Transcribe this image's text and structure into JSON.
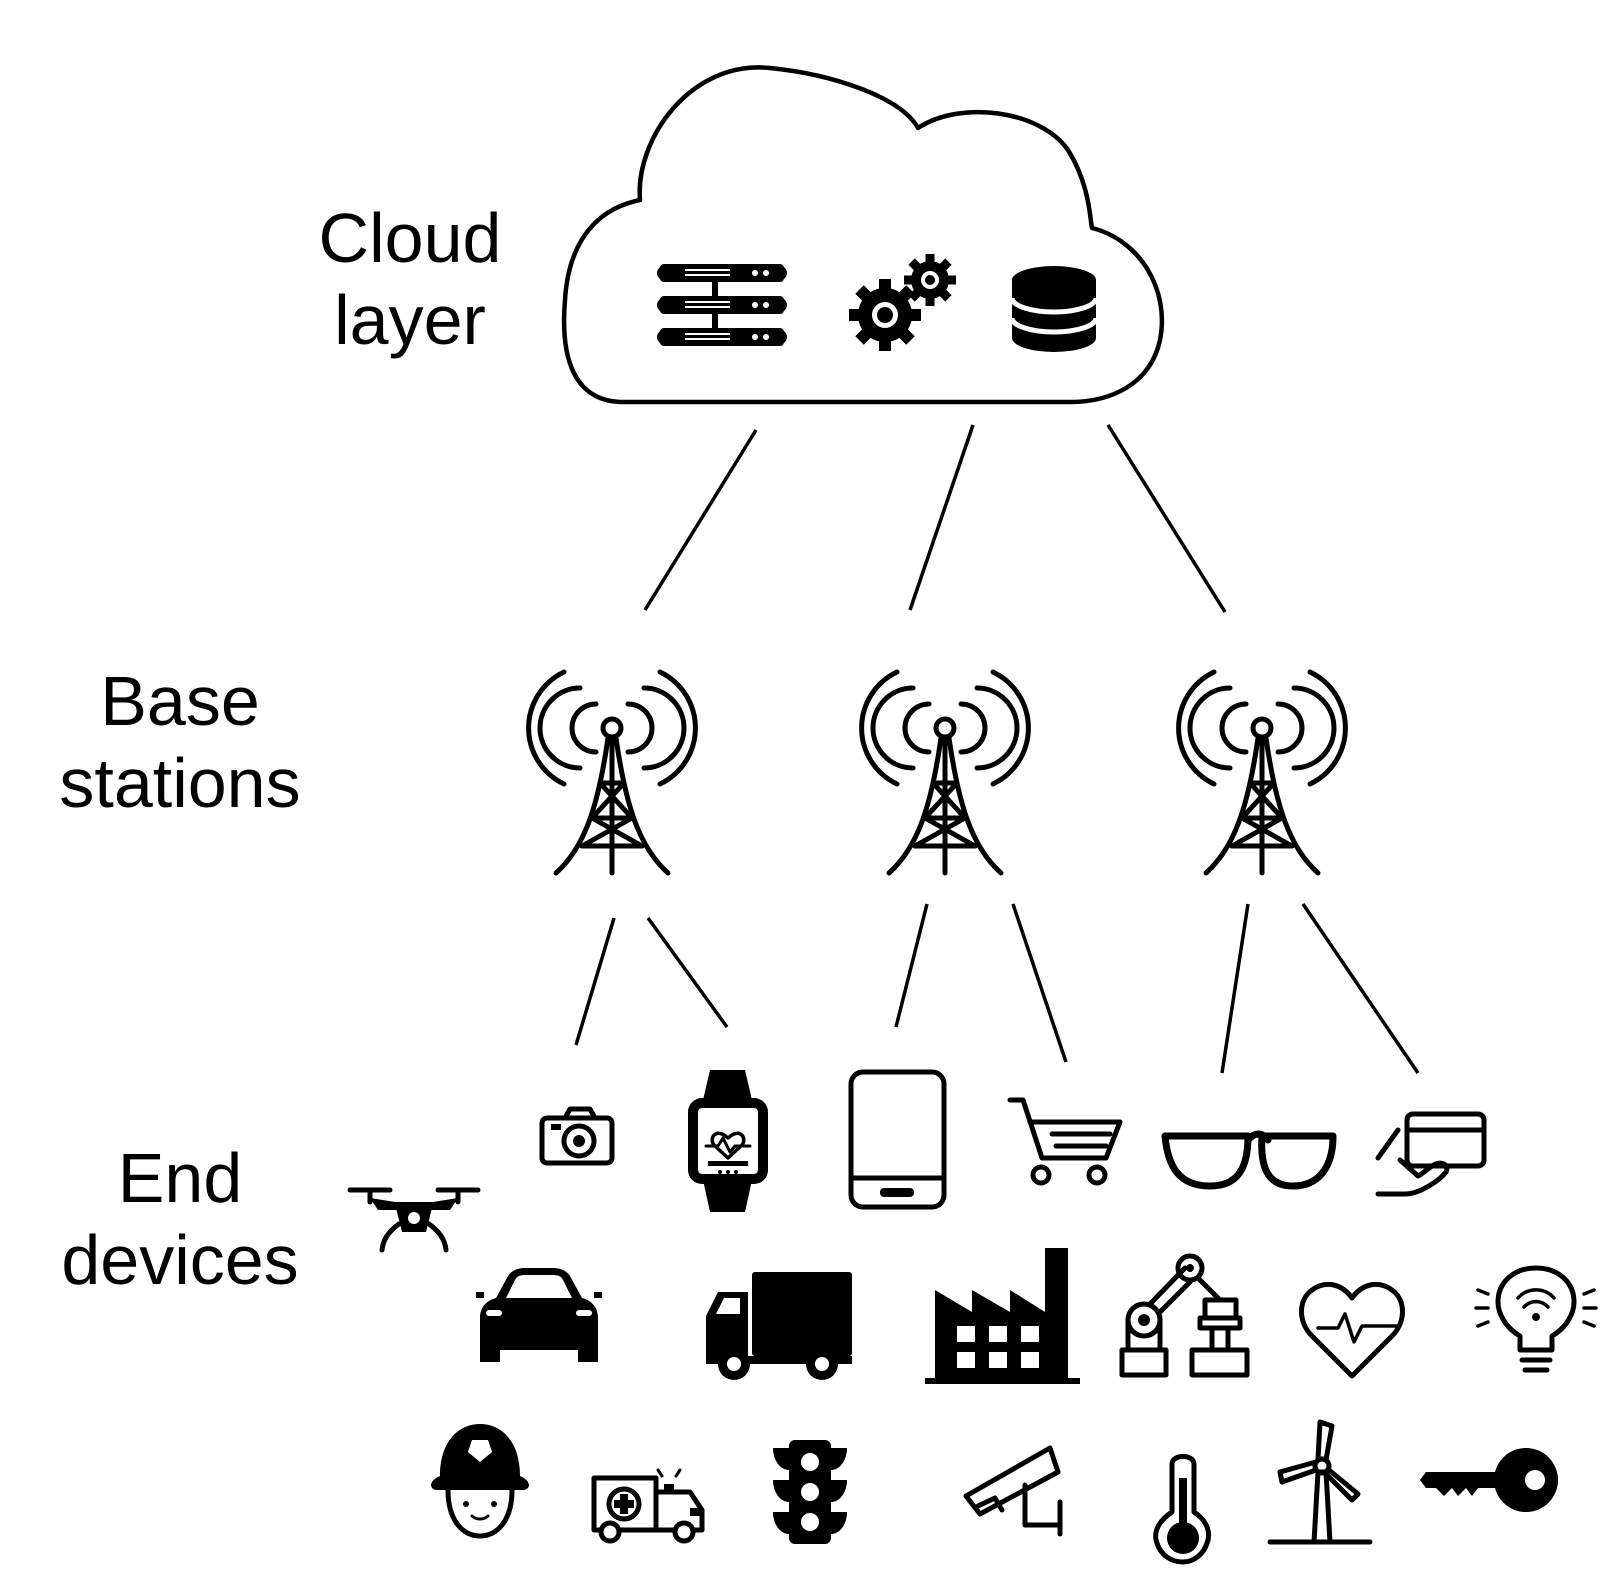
{
  "labels": {
    "cloud": [
      "Cloud",
      "layer"
    ],
    "base": [
      "Base",
      "stations"
    ],
    "end": [
      "End",
      "devices"
    ]
  },
  "cloud_icons": [
    "server-rack-icon",
    "gears-icon",
    "database-icon"
  ],
  "base_station_icons": [
    "cell-tower-icon",
    "cell-tower-icon",
    "cell-tower-icon"
  ],
  "end_device_icons": [
    "camera-icon",
    "smartwatch-icon",
    "tablet-icon",
    "shopping-cart-icon",
    "glasses-icon",
    "card-payment-icon",
    "drone-icon",
    "car-icon",
    "truck-icon",
    "factory-icon",
    "robot-arm-icon",
    "heart-rate-icon",
    "smart-bulb-icon",
    "firefighter-icon",
    "ambulance-icon",
    "traffic-light-icon",
    "security-camera-icon",
    "thermometer-icon",
    "wind-turbine-icon",
    "key-icon"
  ]
}
